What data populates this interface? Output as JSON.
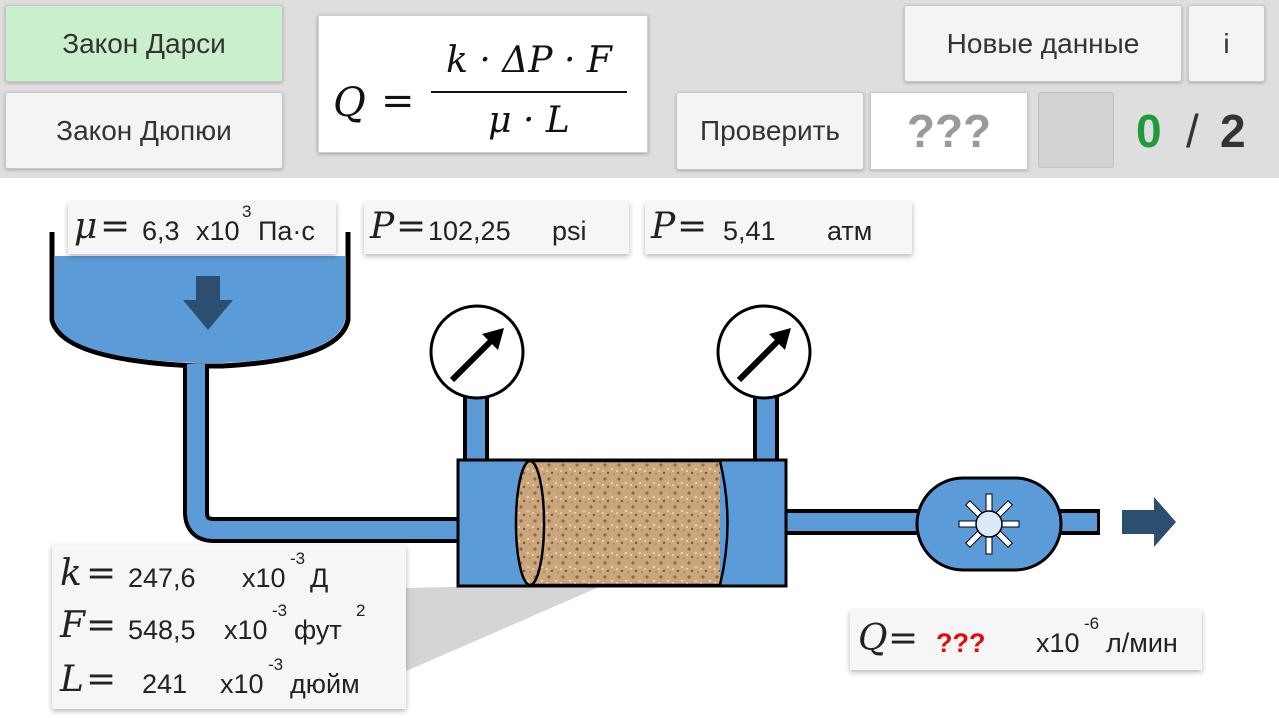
{
  "toolbar": {
    "darcy_label": "Закон Дарси",
    "dupuit_label": "Закон Дюпюи",
    "new_data_label": "Новые данные",
    "info_label": "i",
    "check_label": "Проверить",
    "answer_placeholder": "???",
    "score": {
      "correct": "0",
      "separator": "/",
      "total": "2"
    }
  },
  "formula": {
    "lhs": "Q",
    "eq": "=",
    "numerator": "k · ΔP · F",
    "denominator": "μ · L"
  },
  "params": {
    "mu": {
      "symbol": "μ",
      "eq": "=",
      "value": "6,3",
      "mult": "x10",
      "exp": "3",
      "unit": "Па·с"
    },
    "p_psi": {
      "symbol": "P",
      "eq": "=",
      "value": "102,25",
      "unit": "psi"
    },
    "p_atm": {
      "symbol": "P",
      "eq": "=",
      "value": "5,41",
      "unit": "атм"
    },
    "k": {
      "symbol": "k",
      "eq": "=",
      "value": "247,6",
      "mult": "x10",
      "exp": "-3",
      "unit": "Д"
    },
    "F": {
      "symbol": "F",
      "eq": "=",
      "value": "548,5",
      "mult": "x10",
      "exp": "-3",
      "unit": "фут",
      "unit_exp": "2"
    },
    "L": {
      "symbol": "L",
      "eq": "=",
      "value": "241",
      "mult": "x10",
      "exp": "-3",
      "unit": "дюйм"
    },
    "Q": {
      "symbol": "Q",
      "eq": "=",
      "value": "???",
      "mult": "x10",
      "exp": "-6",
      "unit": "л/мин"
    }
  },
  "colors": {
    "toolbar_bg": "#dedede",
    "active_button": "#c9efcb",
    "fluid": "#5a9bd8",
    "arrow": "#2d4f6f",
    "sand": "#cba57c",
    "correct": "#1f9b3a",
    "unknown": "#e10c0c"
  },
  "icons": [
    "down-arrow-icon",
    "gauge-icon",
    "flowmeter-icon",
    "right-arrow-icon"
  ]
}
